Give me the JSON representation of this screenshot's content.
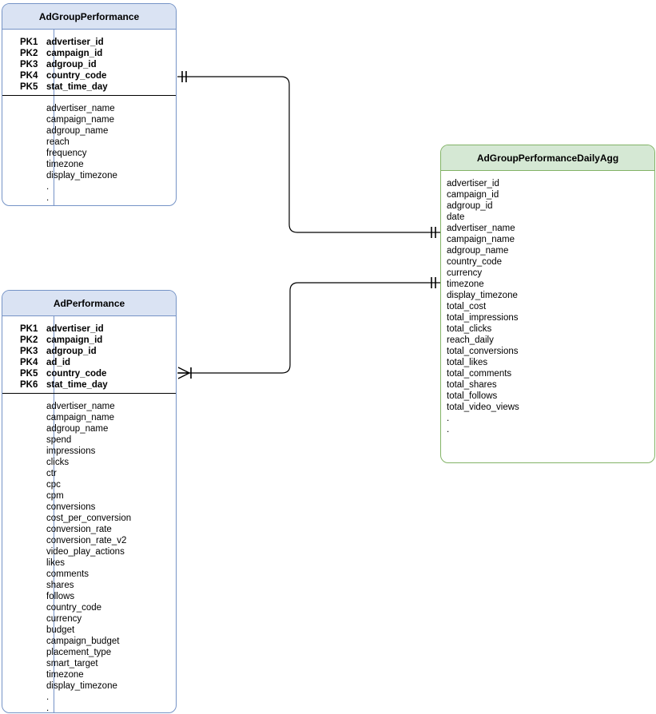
{
  "diagram": {
    "type": "entity-relationship-diagram",
    "background_color": "#ffffff",
    "entities": [
      {
        "id": "adgroup-performance",
        "name": "AdGroupPerformance",
        "accent_color": "#7593c6",
        "header_fill": "#dae3f3",
        "keys": [
          {
            "tag": "PK1",
            "field": "advertiser_id"
          },
          {
            "tag": "PK2",
            "field": "campaign_id"
          },
          {
            "tag": "PK3",
            "field": "adgroup_id"
          },
          {
            "tag": "PK4",
            "field": "country_code"
          },
          {
            "tag": "PK5",
            "field": "stat_time_day"
          }
        ],
        "attributes": [
          "advertiser_name",
          "campaign_name",
          "adgroup_name",
          "reach",
          "frequency",
          "timezone",
          "display_timezone",
          ".",
          "."
        ]
      },
      {
        "id": "ad-performance",
        "name": "AdPerformance",
        "accent_color": "#7593c6",
        "header_fill": "#dae3f3",
        "keys": [
          {
            "tag": "PK1",
            "field": "advertiser_id"
          },
          {
            "tag": "PK2",
            "field": "campaign_id"
          },
          {
            "tag": "PK3",
            "field": "adgroup_id"
          },
          {
            "tag": "PK4",
            "field": "ad_id"
          },
          {
            "tag": "PK5",
            "field": "country_code"
          },
          {
            "tag": "PK6",
            "field": "stat_time_day"
          }
        ],
        "attributes": [
          "advertiser_name",
          "campaign_name",
          "adgroup_name",
          "spend",
          "impressions",
          "clicks",
          "ctr",
          "cpc",
          "cpm",
          "conversions",
          "cost_per_conversion",
          "conversion_rate",
          "conversion_rate_v2",
          "video_play_actions",
          "likes",
          "comments",
          "shares",
          "follows",
          "country_code",
          "currency",
          "budget",
          "campaign_budget",
          "placement_type",
          "smart_target",
          "timezone",
          "display_timezone",
          ".",
          "."
        ]
      },
      {
        "id": "adgroup-performance-daily-agg",
        "name": "AdGroupPerformanceDailyAgg",
        "accent_color": "#82b366",
        "header_fill": "#d5e8d4",
        "keys": [],
        "attributes": [
          "advertiser_id",
          "campaign_id",
          "adgroup_id",
          "date",
          "advertiser_name",
          "campaign_name",
          "adgroup_name",
          "country_code",
          "currency",
          "timezone",
          "display_timezone",
          "total_cost",
          "total_impressions",
          "total_clicks",
          "reach_daily",
          "total_conversions",
          "total_likes",
          "total_comments",
          "total_shares",
          "total_follows",
          "total_video_views",
          ".",
          "."
        ]
      }
    ],
    "relationships": [
      {
        "id": "adgroup-to-agg",
        "from": "adgroup-performance",
        "to": "adgroup-performance-daily-agg",
        "from_cardinality": "one-and-only-one",
        "to_cardinality": "one-and-only-one",
        "line_color": "#000000"
      },
      {
        "id": "ad-to-agg",
        "from": "ad-performance",
        "to": "adgroup-performance-daily-agg",
        "from_cardinality": "one-or-many",
        "to_cardinality": "one-and-only-one",
        "line_color": "#000000"
      }
    ]
  }
}
